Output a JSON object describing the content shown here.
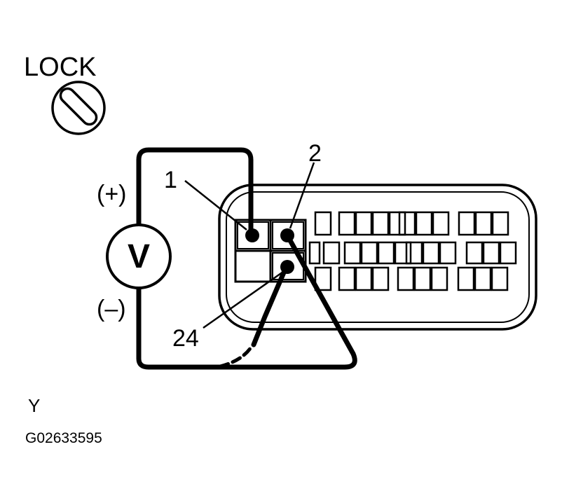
{
  "lock_label": "LOCK",
  "voltmeter": {
    "symbol": "V",
    "positive_label": "(+)",
    "negative_label": "(–)"
  },
  "pins": {
    "pin1": "1",
    "pin2": "2",
    "pin24": "24"
  },
  "footer": {
    "letter": "Y",
    "figure_code": "G02633595"
  },
  "icons": {
    "ignition_key": "ignition-lock-icon",
    "meter": "voltmeter-icon",
    "connector": "connector-icon"
  }
}
